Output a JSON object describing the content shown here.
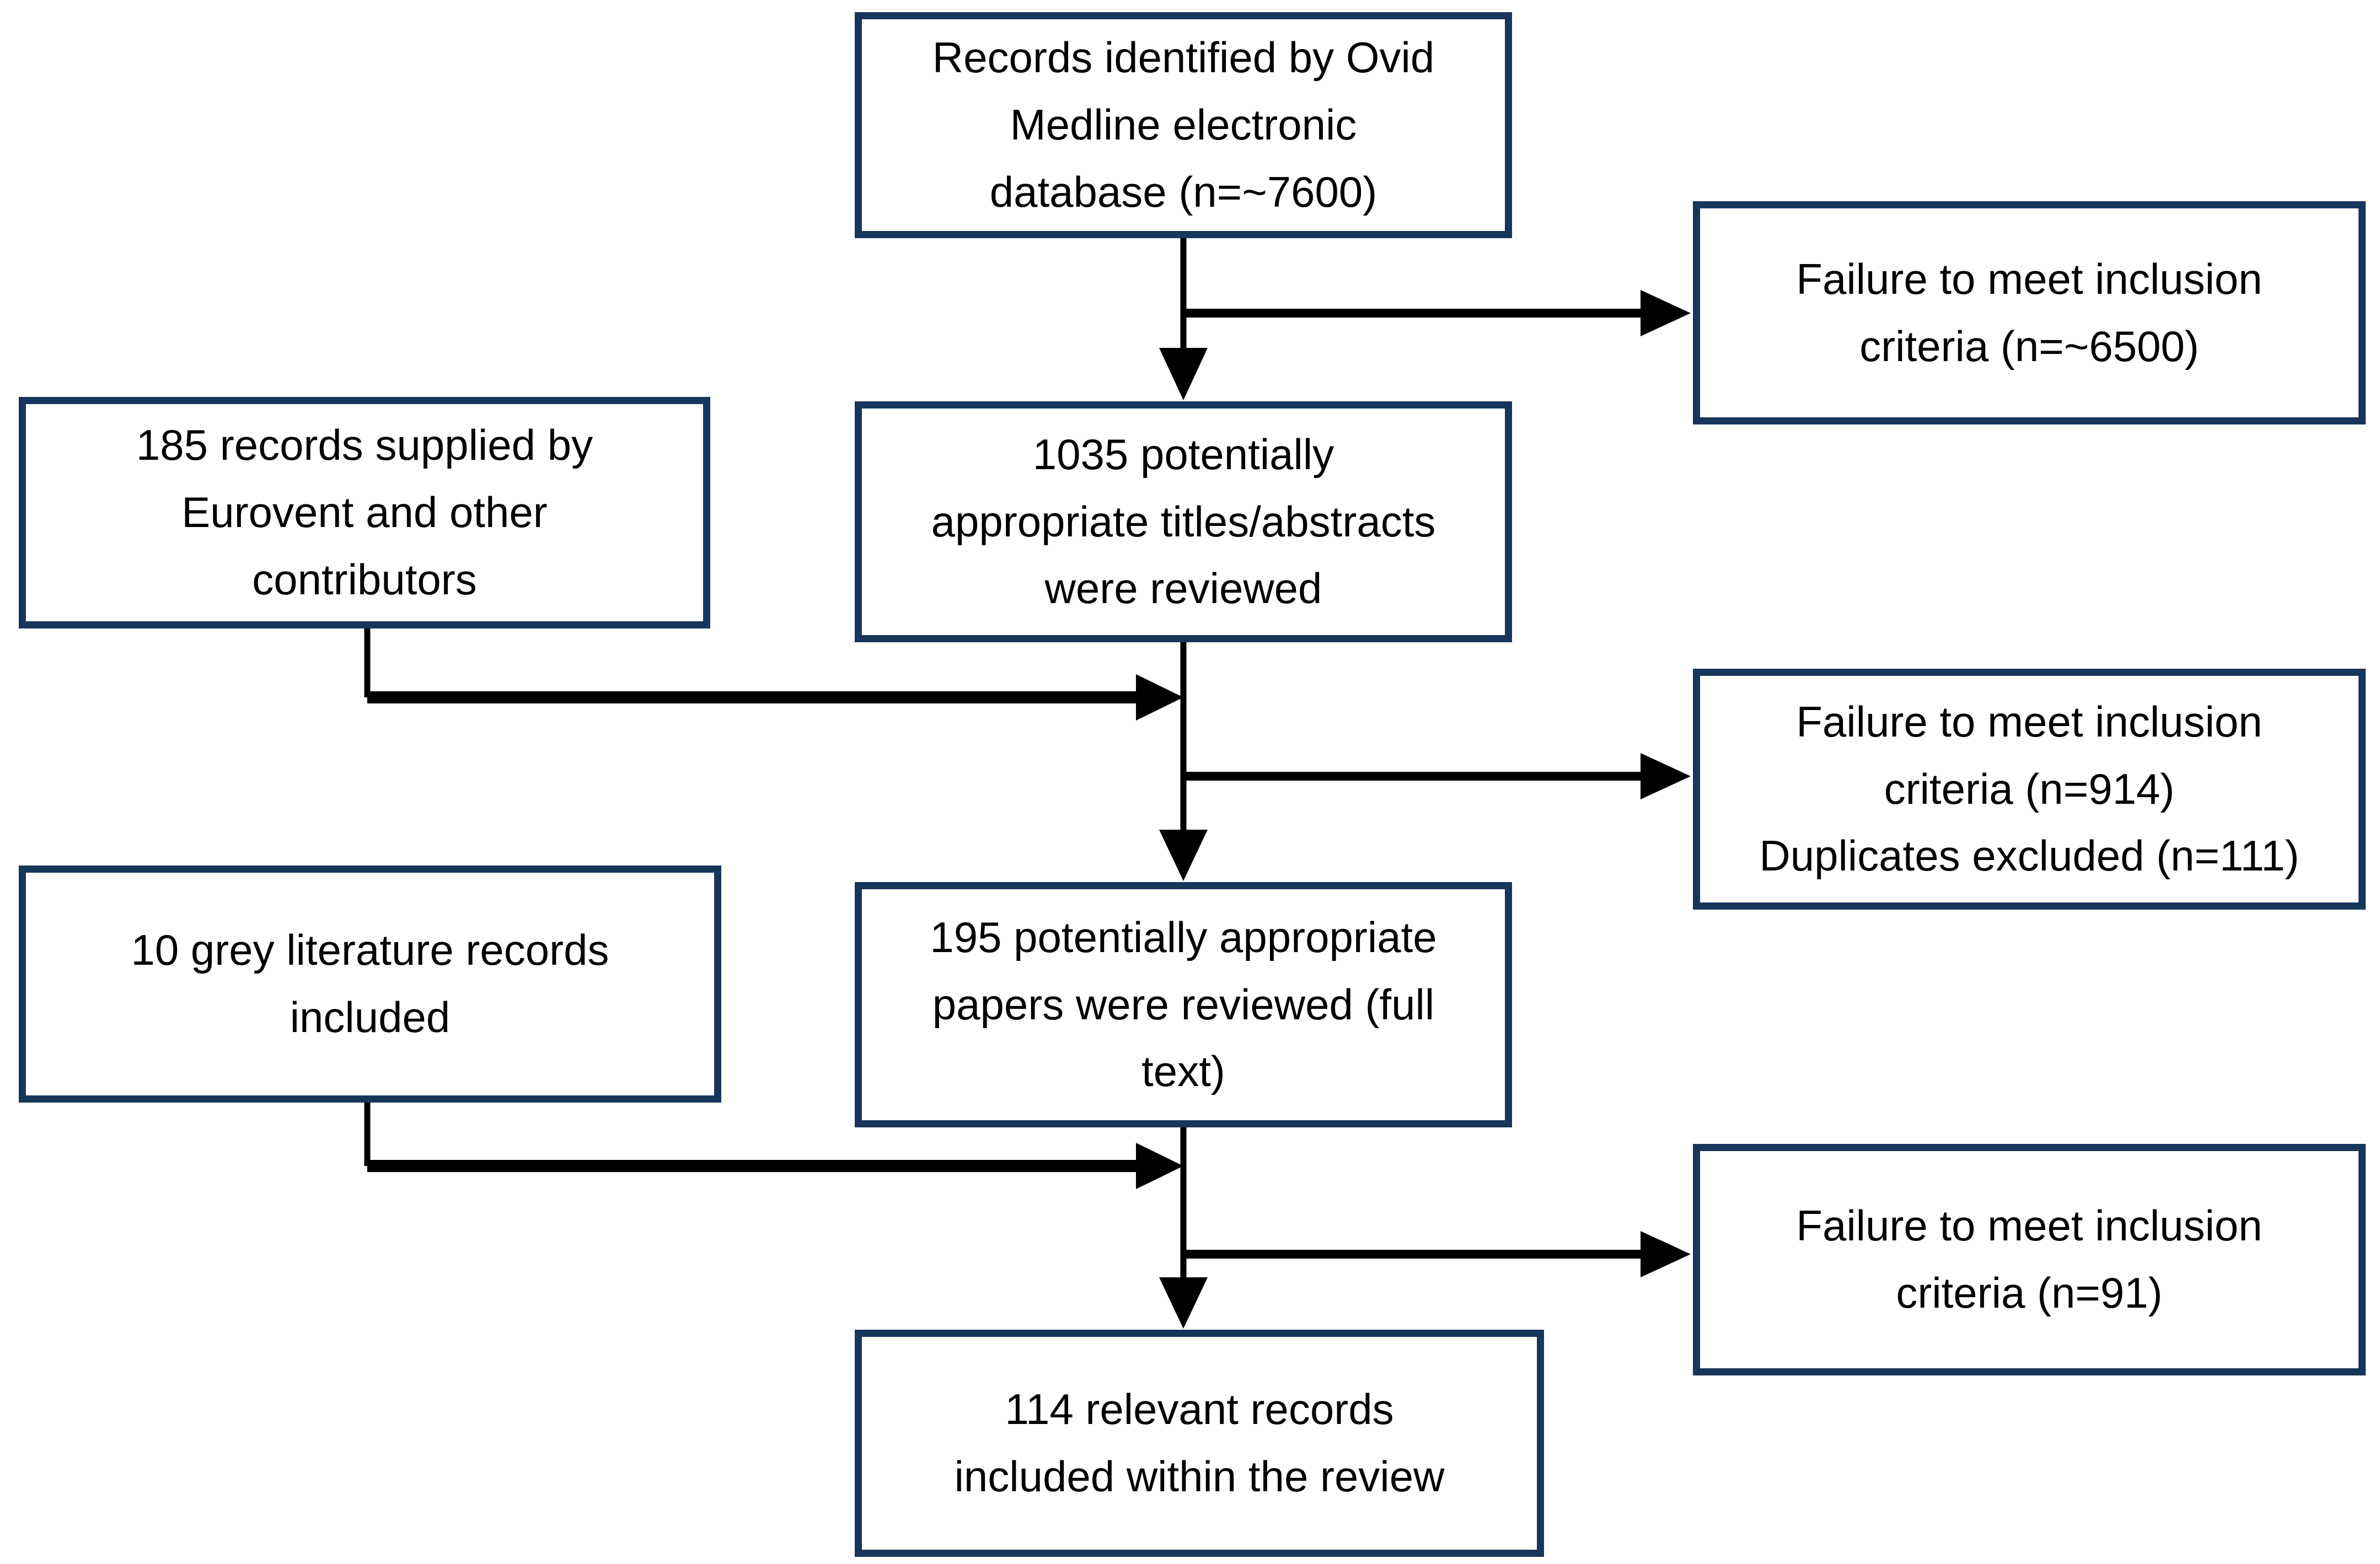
{
  "diagram": {
    "type": "flowchart",
    "colors": {
      "box_border": "#16365C",
      "box_fill": "#FFFFFF",
      "arrow": "#000000",
      "text": "#000000",
      "background": "#FFFFFF"
    },
    "boxes": [
      {
        "id": "records-identified",
        "text": "Records identified by Ovid\nMedline electronic\ndatabase (n=~7600)"
      },
      {
        "id": "failure-inclusion-1",
        "text": "Failure to meet inclusion\ncriteria (n=~6500)"
      },
      {
        "id": "eurovent-records",
        "text": "185 records supplied by\nEurovent and other\ncontributors"
      },
      {
        "id": "titles-abstracts-reviewed",
        "text": "1035 potentially\nappropriate titles/abstracts\nwere reviewed"
      },
      {
        "id": "failure-inclusion-2",
        "text": "Failure to meet inclusion\ncriteria (n=914)\nDuplicates excluded (n=111)"
      },
      {
        "id": "grey-literature",
        "text": "10 grey literature records\nincluded"
      },
      {
        "id": "papers-reviewed",
        "text": "195 potentially appropriate\npapers  were reviewed (full\ntext)"
      },
      {
        "id": "failure-inclusion-3",
        "text": "Failure to meet inclusion\ncriteria (n=91)"
      },
      {
        "id": "records-included",
        "text": "114 relevant records\nincluded within the review"
      }
    ]
  }
}
